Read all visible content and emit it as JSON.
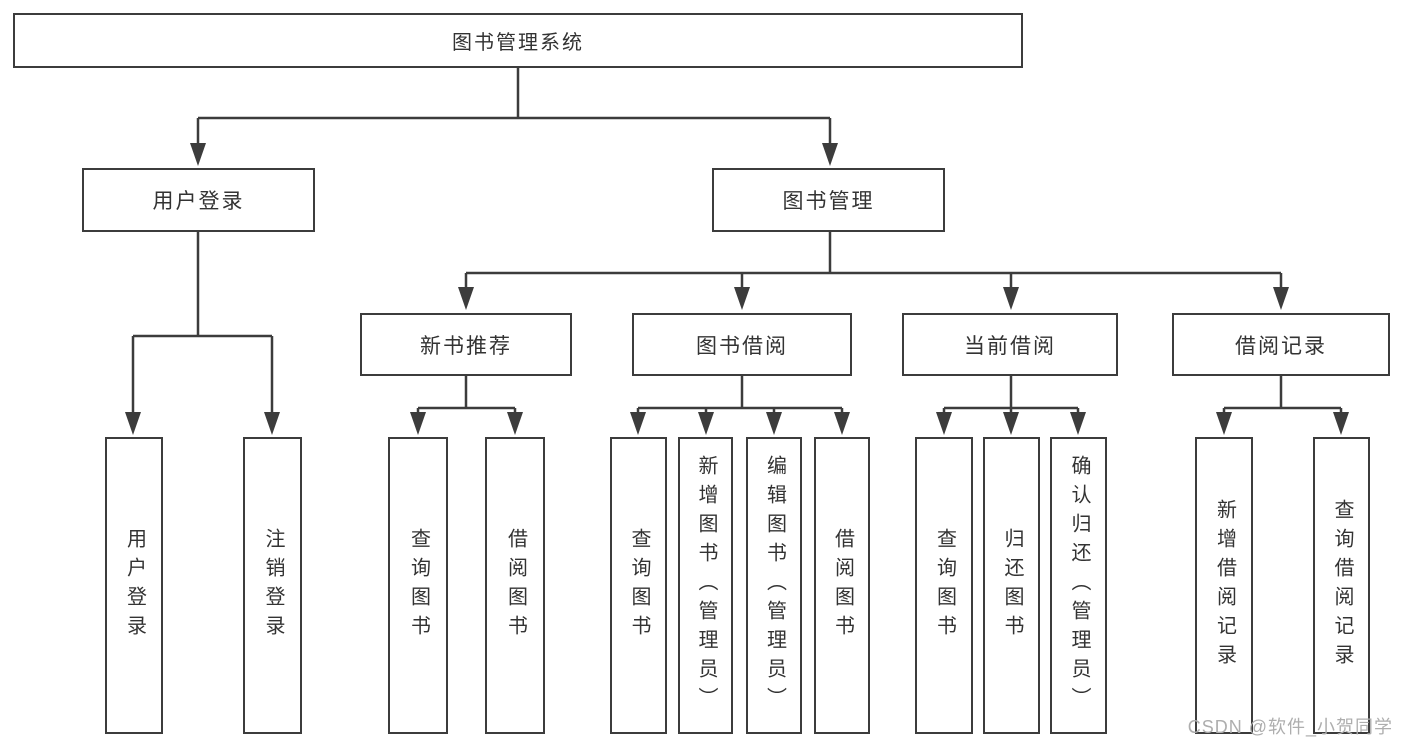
{
  "diagram": {
    "root": {
      "label": "图书管理系统"
    },
    "level2": [
      {
        "label": "用户登录"
      },
      {
        "label": "图书管理"
      }
    ],
    "level3": [
      {
        "label": "新书推荐"
      },
      {
        "label": "图书借阅"
      },
      {
        "label": "当前借阅"
      },
      {
        "label": "借阅记录"
      }
    ],
    "leaves": [
      {
        "label": "用户登录"
      },
      {
        "label": "注销登录"
      },
      {
        "label": "查询图书"
      },
      {
        "label": "借阅图书"
      },
      {
        "label": "查询图书"
      },
      {
        "label": "新增图书（管理员）"
      },
      {
        "label": "编辑图书（管理员）"
      },
      {
        "label": "借阅图书"
      },
      {
        "label": "查询图书"
      },
      {
        "label": "归还图书"
      },
      {
        "label": "确认归还（管理员）"
      },
      {
        "label": "新增借阅记录"
      },
      {
        "label": "查询借阅记录"
      }
    ],
    "watermark": "CSDN @软件_小贺同学",
    "colors": {
      "line": "#3c3c3c",
      "text": "#333333",
      "box_background": "#ffffff",
      "watermark": "#aeaeae"
    }
  }
}
